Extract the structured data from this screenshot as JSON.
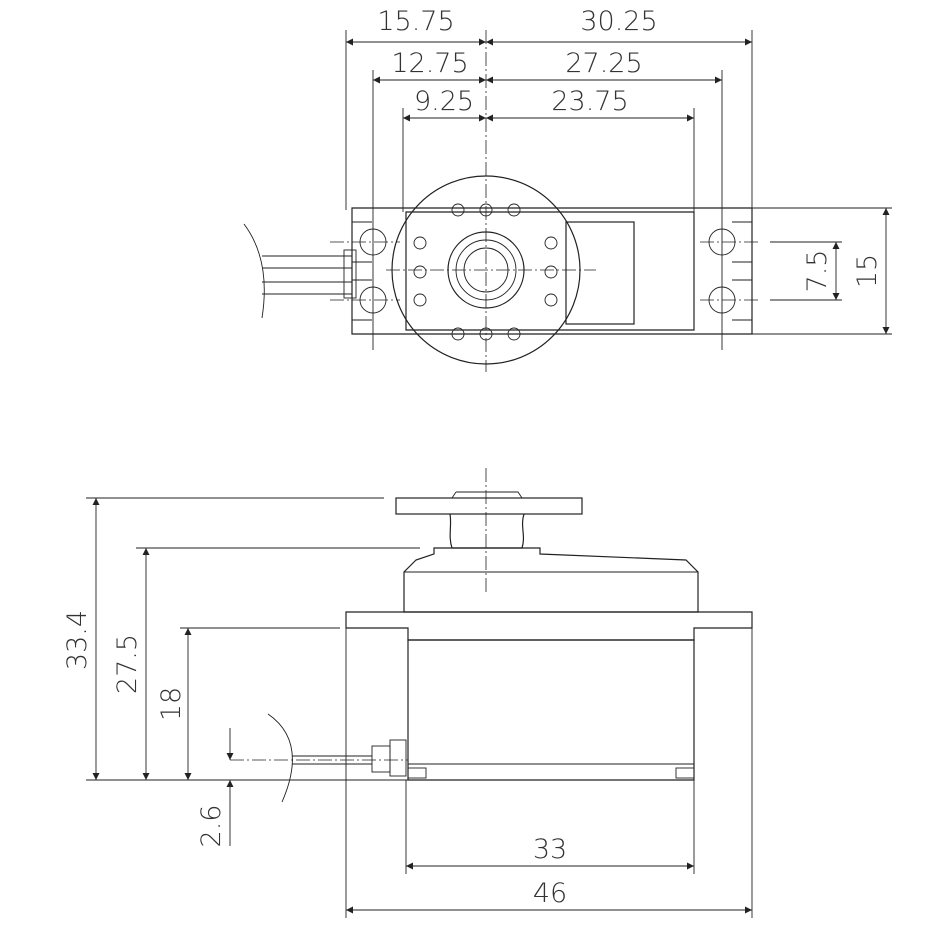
{
  "drawing": {
    "top_view": {
      "dimensions": [
        "15.75",
        "30.25",
        "12.75",
        "27.25",
        "9.25",
        "23.75",
        "7.5",
        "15"
      ]
    },
    "side_view": {
      "dimensions": [
        "33.4",
        "27.5",
        "18",
        "2.6",
        "33",
        "46"
      ]
    }
  }
}
